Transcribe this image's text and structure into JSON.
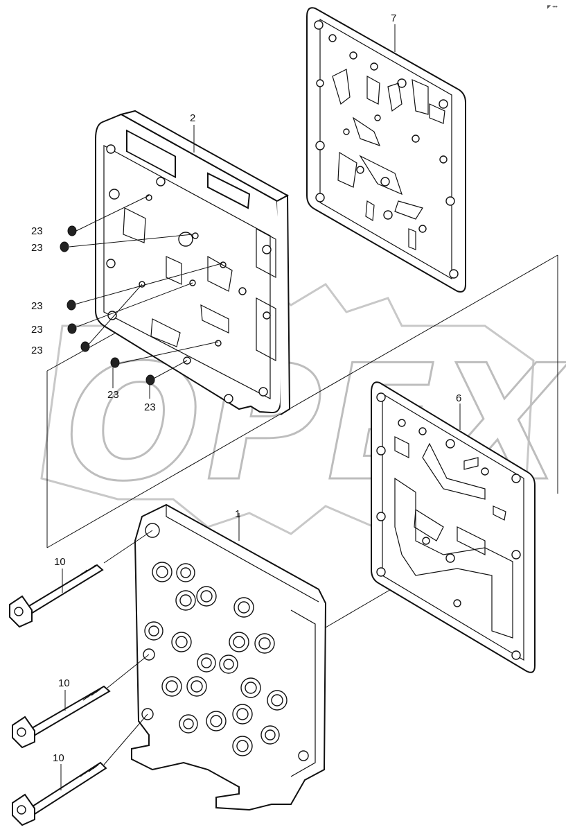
{
  "watermark": {
    "text": "OPEX",
    "color": "#bdbdbd"
  },
  "corner_mark": "◤ •••",
  "parts": [
    {
      "id": "7",
      "label": "7"
    },
    {
      "id": "2",
      "label": "2"
    },
    {
      "id": "6",
      "label": "6"
    },
    {
      "id": "1",
      "label": "1"
    }
  ],
  "callouts": {
    "p7": "7",
    "p2": "2",
    "p6": "6",
    "p1": "1",
    "o_rings": [
      "23",
      "23",
      "23",
      "23",
      "23",
      "23",
      "23"
    ],
    "bolts": [
      "10",
      "10",
      "10"
    ]
  }
}
